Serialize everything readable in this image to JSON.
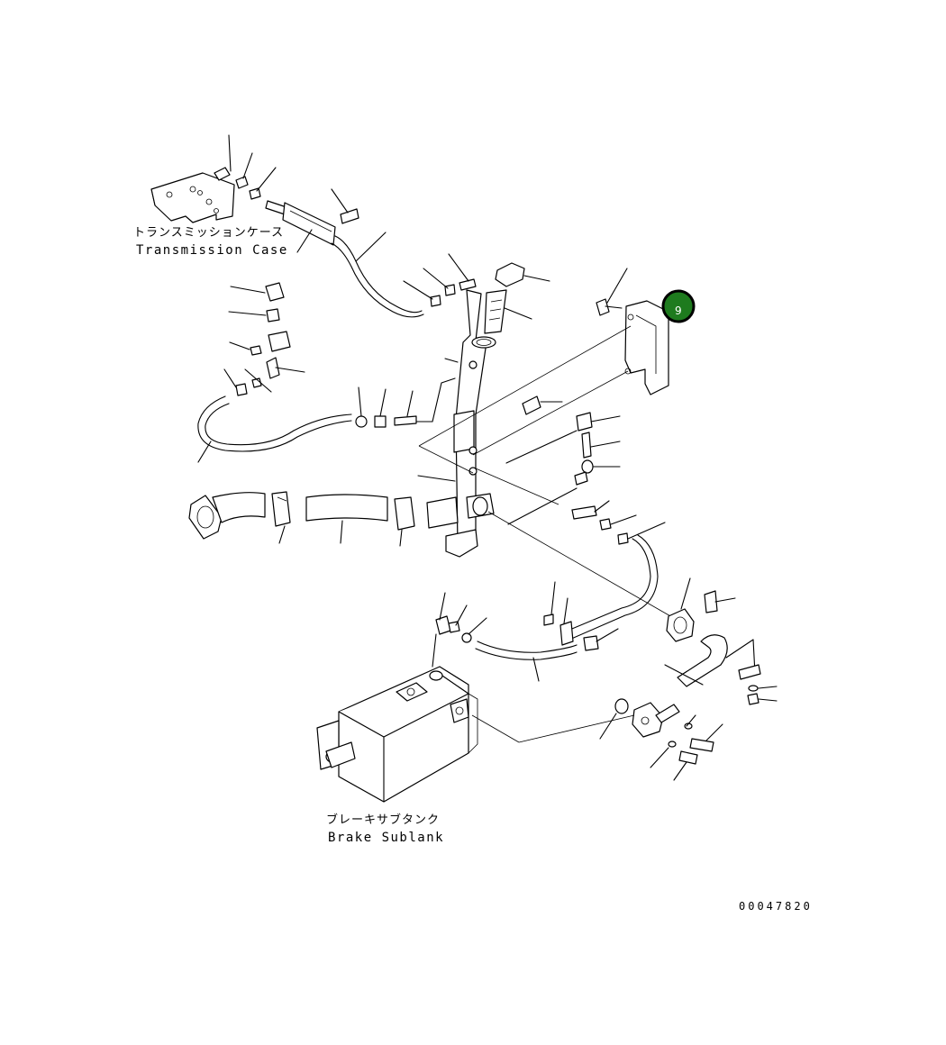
{
  "labels": {
    "transmission_case_jp": "トランスミッションケース",
    "transmission_case_en": "Transmission Case",
    "brake_subtank_jp": "ブレーキサブタンク",
    "brake_subtank_en": "Brake Sublank",
    "drawing_code": "00047820"
  },
  "callout": {
    "number": "9",
    "color": "#1e7b1e"
  }
}
